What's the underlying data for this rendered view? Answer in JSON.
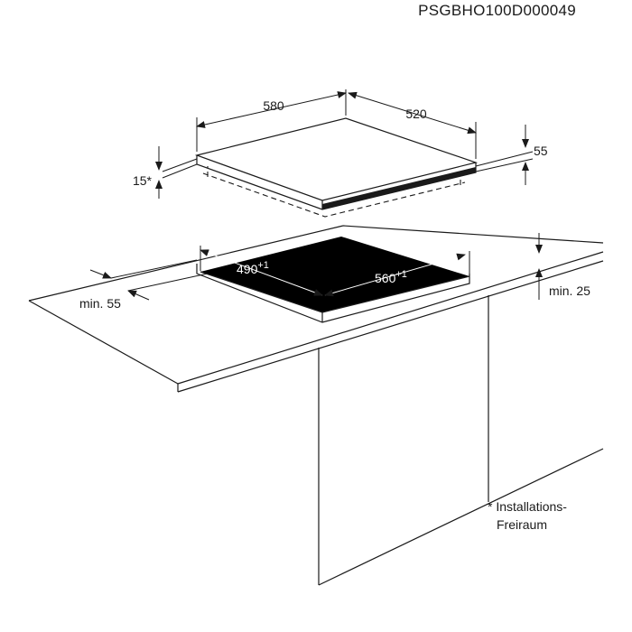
{
  "drawing_code": "PSGBHO100D000049",
  "dimensions": {
    "hob_width": "580",
    "hob_depth": "520",
    "hob_height": "55",
    "clearance": "15*",
    "cutout_depth": "490",
    "cutout_depth_tol": "+1",
    "cutout_width": "560",
    "cutout_width_tol": "+1",
    "front_min": "min. 55",
    "worktop_min": "min. 25"
  },
  "footnote": {
    "line1": "* Installations-",
    "line2": "Freiraum"
  },
  "colors": {
    "line": "#1a1a1a",
    "cutout_fill": "#000000",
    "background": "#ffffff"
  }
}
